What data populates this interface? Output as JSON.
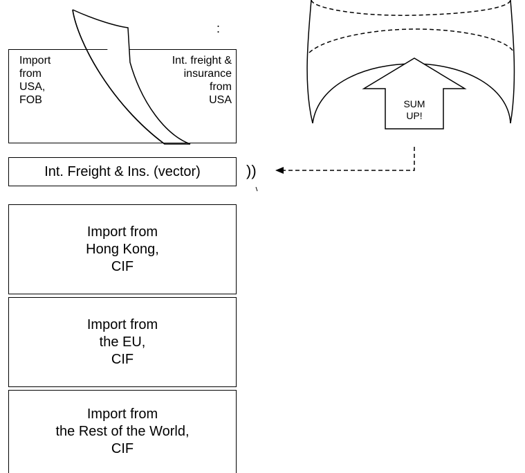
{
  "top_box": {
    "left_text": "Import\nfrom\nUSA,\nFOB",
    "right_text": "Int. freight &\ninsurance\nfrom\nUSA"
  },
  "colon_mark": ":",
  "vector_box": {
    "label": "Int. Freight & Ins. (vector)"
  },
  "paren_mark": "))",
  "sum_arrow": {
    "label": "SUM\nUP!"
  },
  "import_boxes": [
    {
      "label": "Import from\nHong Kong,\nCIF"
    },
    {
      "label": "Import from\nthe EU,\nCIF"
    },
    {
      "label": "Import from\nthe Rest of the World,\nCIF"
    }
  ],
  "colors": {
    "stroke": "#000000",
    "background": "#ffffff"
  }
}
